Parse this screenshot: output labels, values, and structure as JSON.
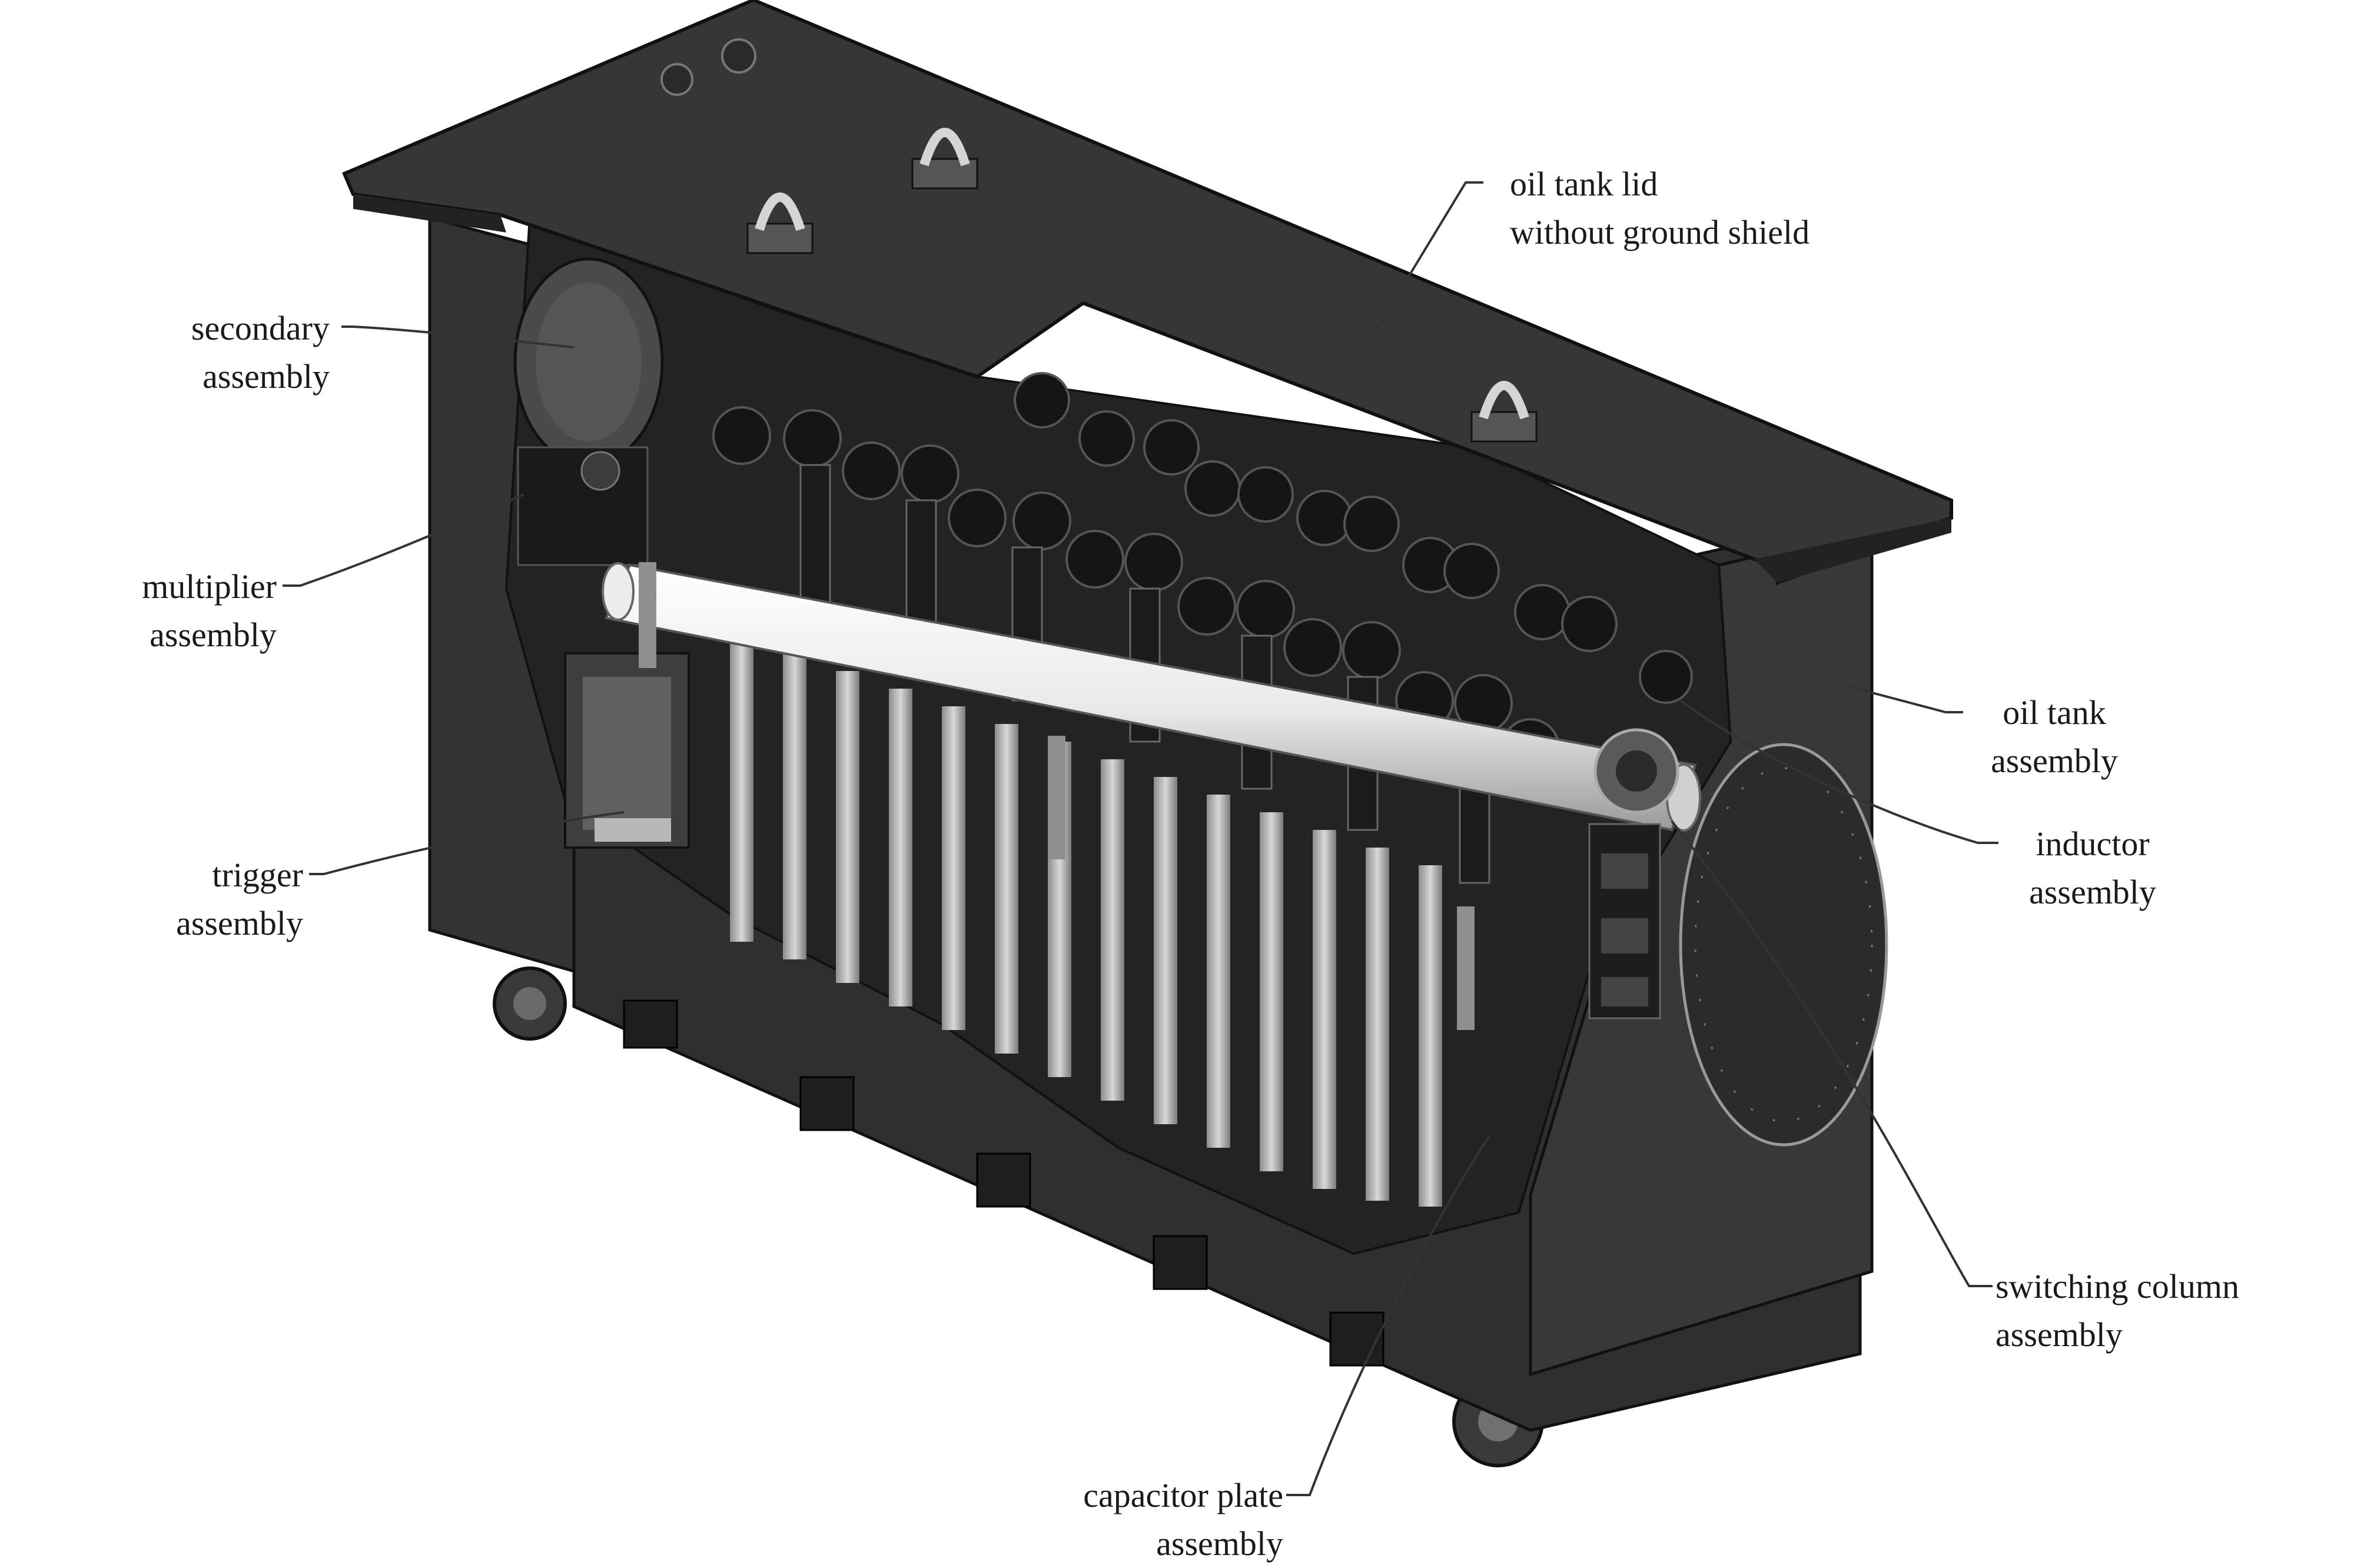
{
  "labels": {
    "lid": {
      "line1": "oil tank lid",
      "line2": "without ground shield"
    },
    "secondary": {
      "line1": "secondary",
      "line2": "assembly"
    },
    "multiplier": {
      "line1": "multiplier",
      "line2": "assembly"
    },
    "trigger": {
      "line1": "trigger",
      "line2": "assembly"
    },
    "oil_tank": {
      "line1": "oil tank",
      "line2": "assembly"
    },
    "inductor": {
      "line1": "inductor",
      "line2": "assembly"
    },
    "switching": {
      "line1": "switching column",
      "line2": "assembly"
    },
    "capacitor": {
      "line1": "capacitor plate",
      "line2": "assembly"
    }
  },
  "colors": {
    "tank_dark": "#2e2e2e",
    "tank_mid": "#3d3d3d",
    "lid": "#353535",
    "interior": "#262626",
    "pipe_light": "#f2f2f2",
    "plate_light": "#cfcfcf",
    "leader": "#333333"
  }
}
